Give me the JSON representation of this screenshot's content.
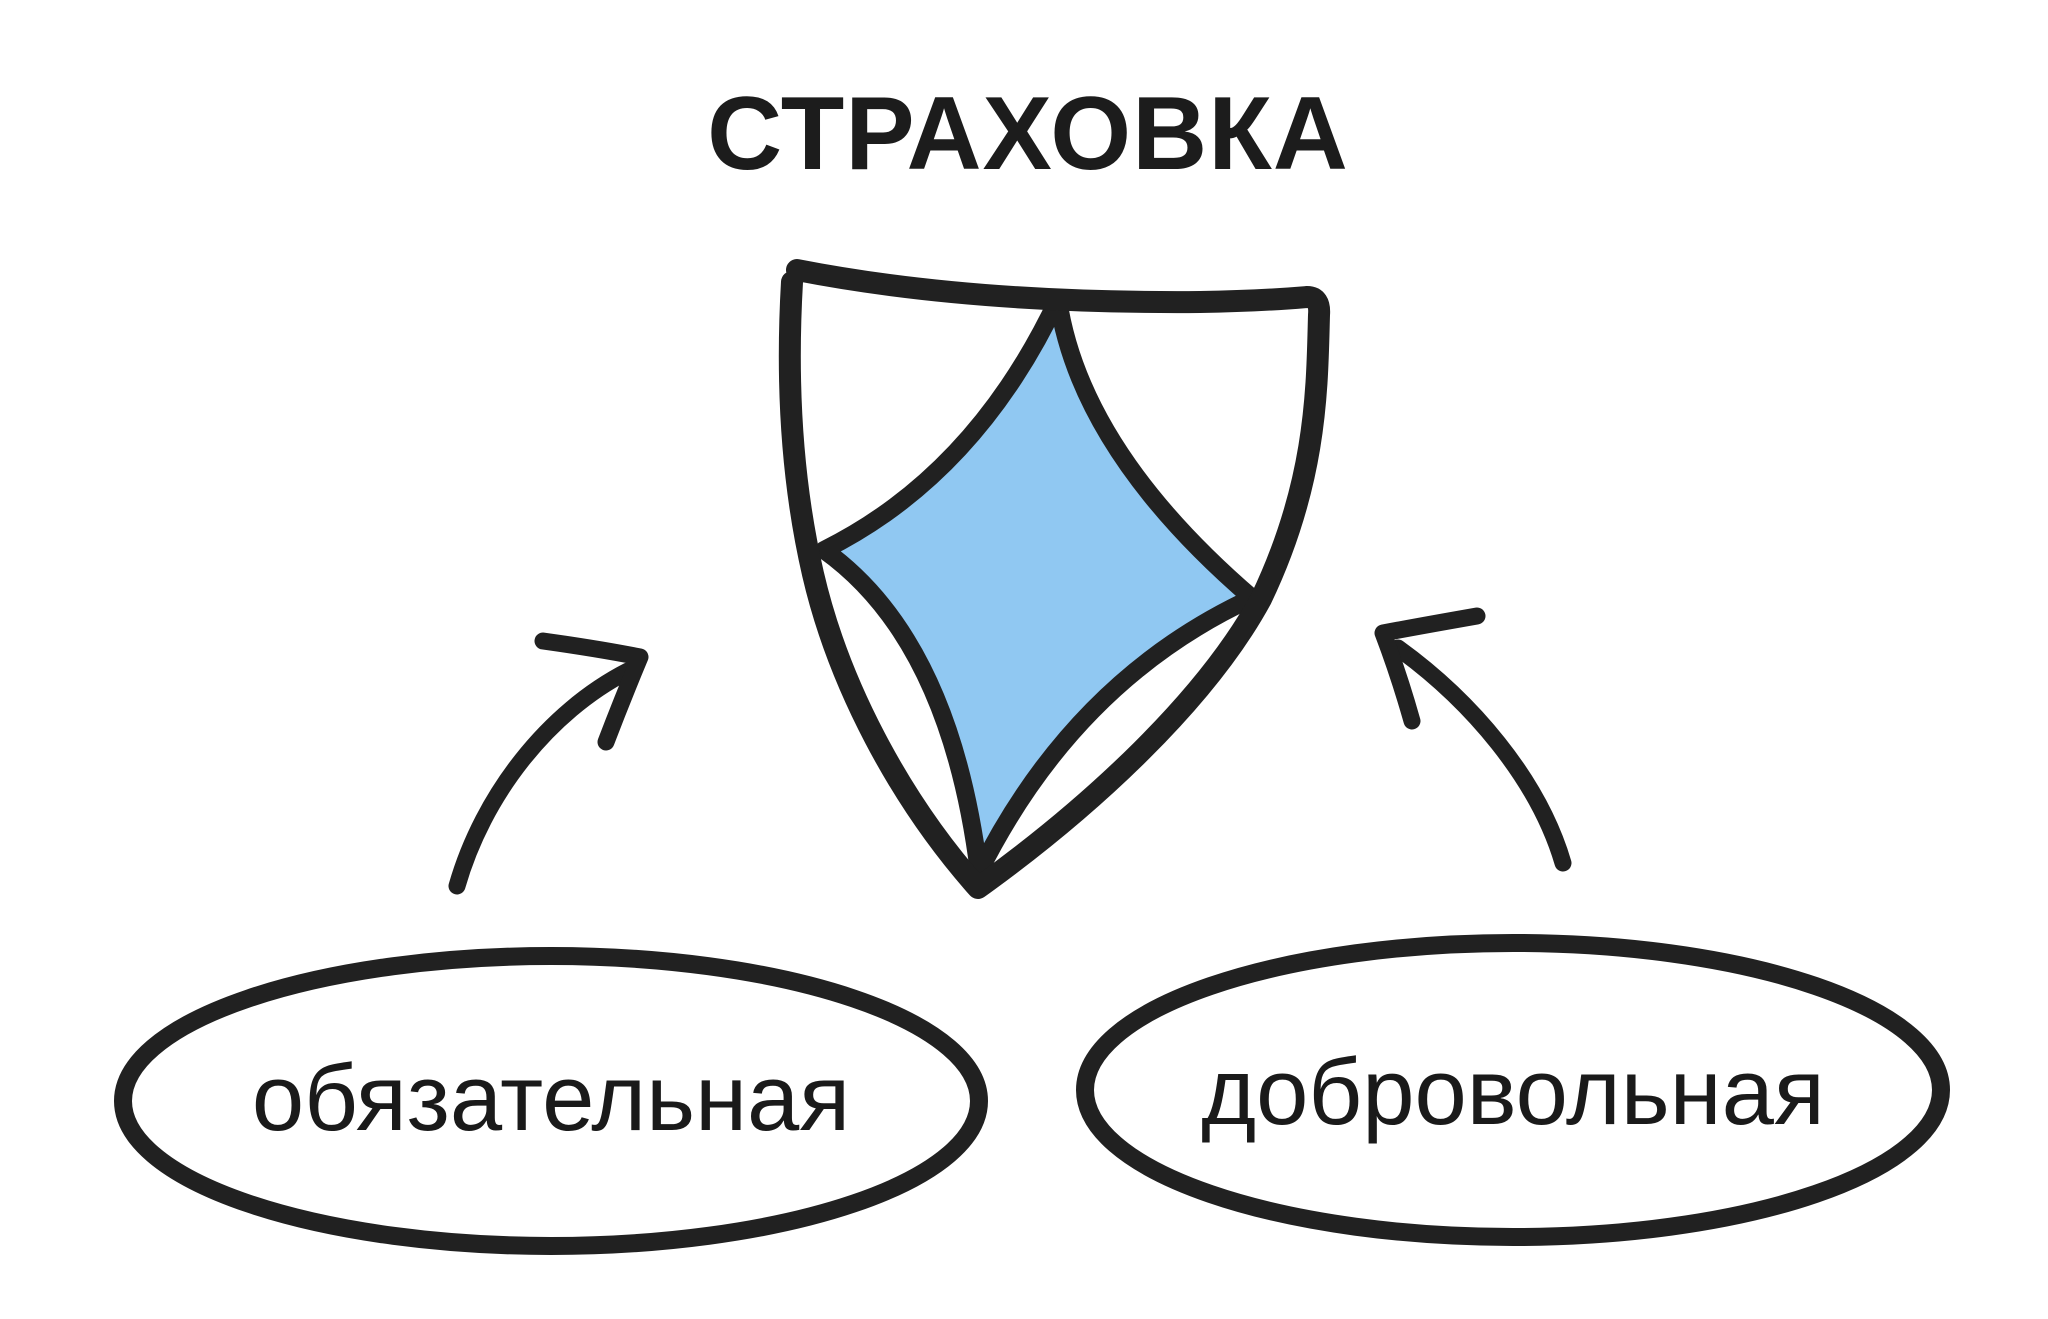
{
  "page": {
    "background_color": "#ffffff"
  },
  "title": {
    "text": "СТРАХОВКА"
  },
  "shield": {
    "icon": "shield-icon",
    "accent_fill": "#90c8f2",
    "ink": "#212121"
  },
  "branches": [
    {
      "label": "обязательная"
    },
    {
      "label": "добровольная"
    }
  ],
  "icons": {
    "shield": "shield-icon",
    "left_arrow": "curved-arrow-up-right-icon",
    "right_arrow": "curved-arrow-up-left-icon"
  }
}
